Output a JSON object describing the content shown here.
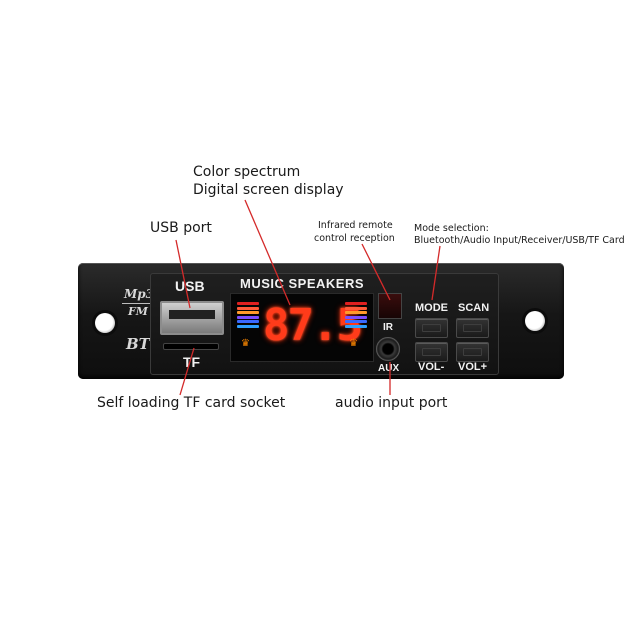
{
  "callouts": {
    "color_spectrum": "Color spectrum",
    "digital_screen": "Digital screen display",
    "usb_port": "USB port",
    "infrared_line1": "Infrared remote",
    "infrared_line2": "control reception",
    "mode_line1": "Mode selection:",
    "mode_line2": "Bluetooth/Audio Input/Receiver/USB/TF Card",
    "tf_socket": "Self loading TF card socket",
    "audio_input": "audio input port"
  },
  "panel": {
    "logo_mp3": "Mp3",
    "logo_fm": "FM",
    "logo_bt": "BT",
    "usb_label": "USB",
    "tf_label": "TF",
    "title": "MUSIC SPEAKERS",
    "display_value": "87.5",
    "ir_label": "IR",
    "aux_label": "AUX",
    "buttons": {
      "mode": "MODE",
      "scan": "SCAN",
      "vol_minus": "VOL-",
      "vol_plus": "VOL+"
    }
  },
  "colors": {
    "display": "#ff3b1a",
    "callout_line": "#d42a2a",
    "panel": "#161616"
  }
}
